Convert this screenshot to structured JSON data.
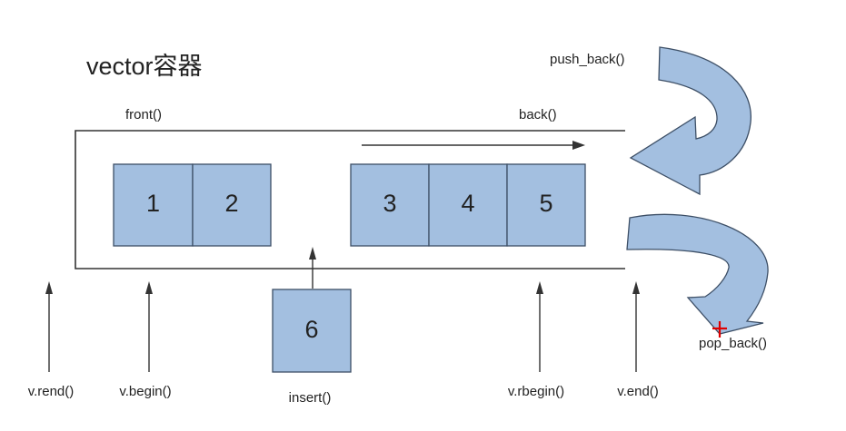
{
  "title": "vector容器",
  "labels": {
    "front": "front()",
    "back": "back()",
    "push_back": "push_back()",
    "pop_back": "pop_back()",
    "insert": "insert()",
    "rend": "v.rend()",
    "begin": "v.begin()",
    "rbegin": "v.rbegin()",
    "end": "v.end()"
  },
  "cells": {
    "c1": "1",
    "c2": "2",
    "c3": "3",
    "c4": "4",
    "c5": "5",
    "c6": "6"
  },
  "colors": {
    "cell_fill": "#a3bfe0",
    "cell_stroke": "#3d4f66",
    "line": "#333333",
    "marker": "#e00000"
  }
}
